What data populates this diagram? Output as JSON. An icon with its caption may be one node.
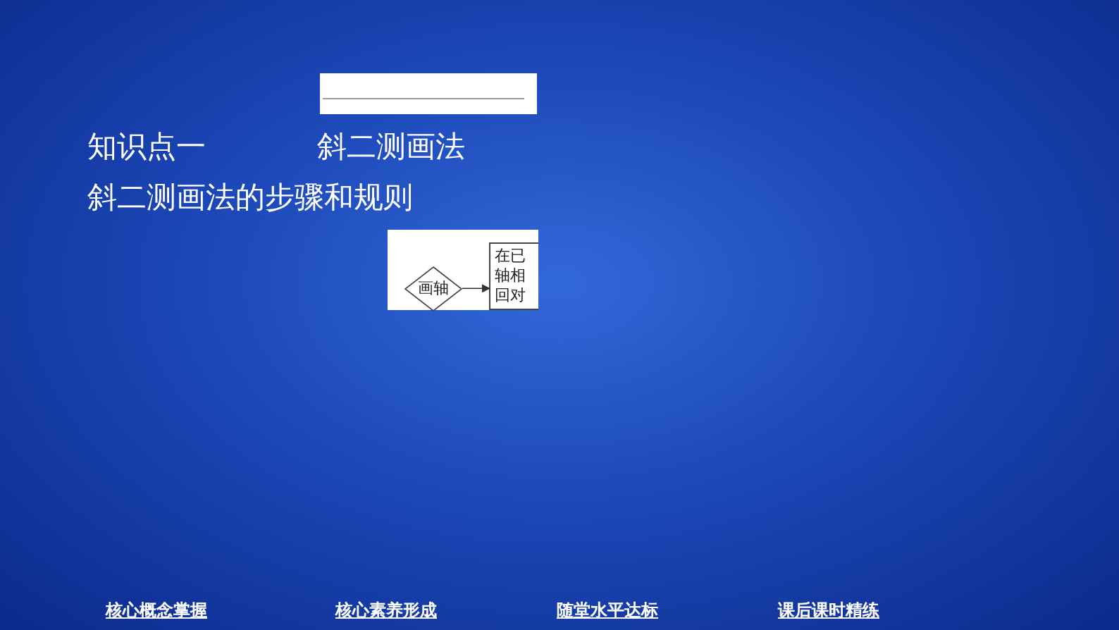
{
  "diagram": {
    "nodes": [
      {
        "text": [
          "画轴"
        ]
      },
      {
        "text": [
          "在已轴相回对"
        ]
      }
    ],
    "edges": [
      {
        "from": 0,
        "to": 1,
        "arrow": "to"
      }
    ],
    "labels": [
      "知识点一",
      "斜二测画法",
      "斜二测画法的步骤和规则",
      "核心概念掌握",
      "核心素养形成",
      "随堂水平达标",
      "课后课时精练"
    ]
  }
}
